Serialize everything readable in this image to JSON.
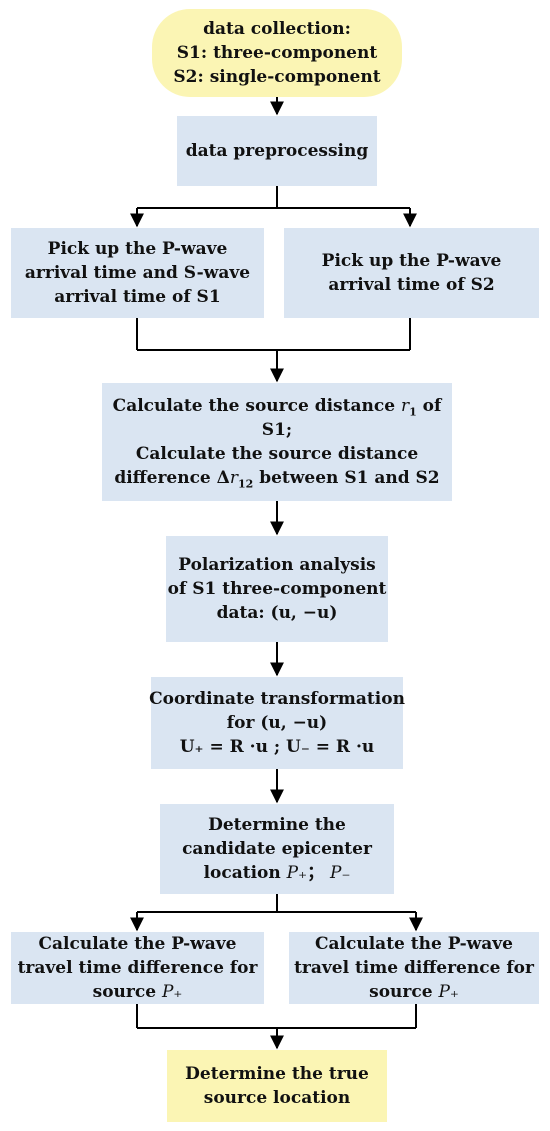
{
  "nodes": {
    "data_collection": {
      "line1": "data collection:",
      "line2": "S1: three-component",
      "line3": "S2: single-component"
    },
    "preprocessing": {
      "line1": "data preprocessing"
    },
    "pick_s1": {
      "line1": "Pick up the P-wave",
      "line2": "arrival time and S-wave",
      "line3": "arrival time of S1"
    },
    "pick_s2": {
      "line1": "Pick up the P-wave",
      "line2": "arrival time of S2"
    },
    "distance": {
      "line1_pre": "Calculate the source distance ",
      "r_sym": "r",
      "r_sub": "1",
      "line1_post": " of",
      "line2": "S1;",
      "line3": "Calculate the source distance",
      "line4_pre": "difference Δ",
      "dr_sym": "r",
      "dr_sub": "12",
      "line4_post": " between S1 and S2"
    },
    "polarization": {
      "line1": "Polarization analysis",
      "line2": "of S1 three-component",
      "line3": "data:  (u, −u)"
    },
    "coordinate": {
      "line1": "Coordinate transformation",
      "line2": "for (u, −u)",
      "line3": "U₊ = R ·u ;  U₋ = R ·u"
    },
    "epicenter": {
      "line1": "Determine the",
      "line2": "candidate epicenter",
      "line3_pre": "location ",
      "p_plus": "P₊",
      "sep": "；  ",
      "p_minus": "P₋"
    },
    "travel_left": {
      "line1": "Calculate the P-wave",
      "line2": "travel time difference for",
      "line3_pre": "source ",
      "p_sym": "P₊"
    },
    "travel_right": {
      "line1": "Calculate the P-wave",
      "line2": "travel time difference for",
      "line3_pre": "source ",
      "p_sym": "P₊"
    },
    "true_location": {
      "line1": "Determine the true",
      "line2": "source location"
    }
  },
  "colors": {
    "process_fill": "#dae5f2",
    "terminal_fill": "#fbf5b4",
    "connector": "#000000"
  }
}
